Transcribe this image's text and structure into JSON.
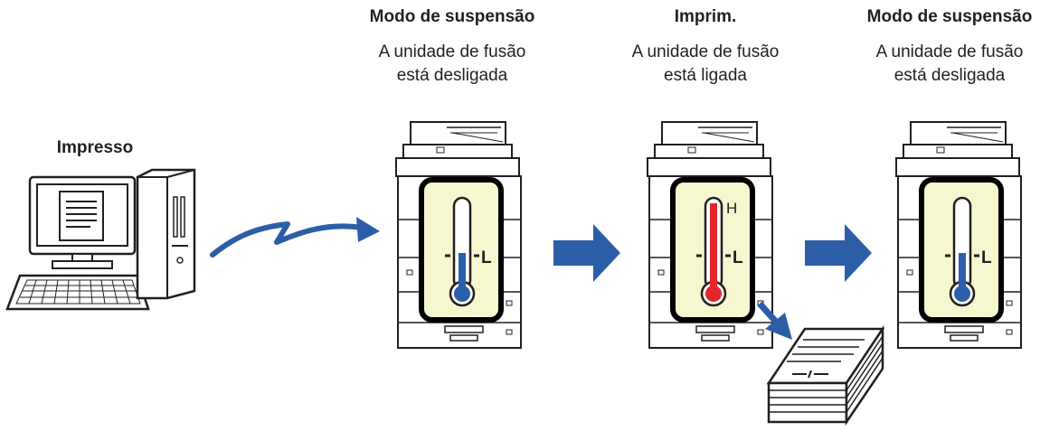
{
  "computer": {
    "label": "Impresso"
  },
  "stages": [
    {
      "title": "Modo de suspensão",
      "line1": "A unidade de fusão",
      "line2": "está desligada",
      "high_label": "",
      "low_label": "L"
    },
    {
      "title": "Imprim.",
      "line1": "A unidade de fusão",
      "line2": "está ligada",
      "high_label": "H",
      "low_label": "L"
    },
    {
      "title": "Modo de suspensão",
      "line1": "A unidade de fusão",
      "line2": "está desligada",
      "high_label": "",
      "low_label": "L"
    }
  ],
  "colors": {
    "arrow": "#2c5ea8",
    "panel": "#f6f6cf",
    "cold": "#2b5fab",
    "hot": "#e4262b",
    "line": "#231f20"
  },
  "icons": [
    "desktop-computer-icon",
    "multifunction-printer-icon",
    "thermometer-icon",
    "printed-document-stack-icon",
    "right-arrow-icon"
  ]
}
